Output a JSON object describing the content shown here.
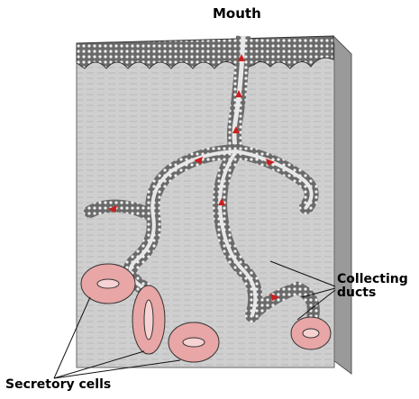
{
  "labels": {
    "mouth": "Mouth",
    "collecting_ducts_line1": "Collecting",
    "collecting_ducts_line2": "ducts",
    "secretory_cells": "Secretory cells"
  },
  "colors": {
    "tissue": "#cfcfcf",
    "tissue_side": "#9a9a9a",
    "duct_wall": "#555555",
    "duct_lumen": "#e8e8e8",
    "secretory_fill": "#e8a6a6",
    "secretory_cell": "#f6d2d2",
    "flow_red": "#cc1f1f"
  }
}
